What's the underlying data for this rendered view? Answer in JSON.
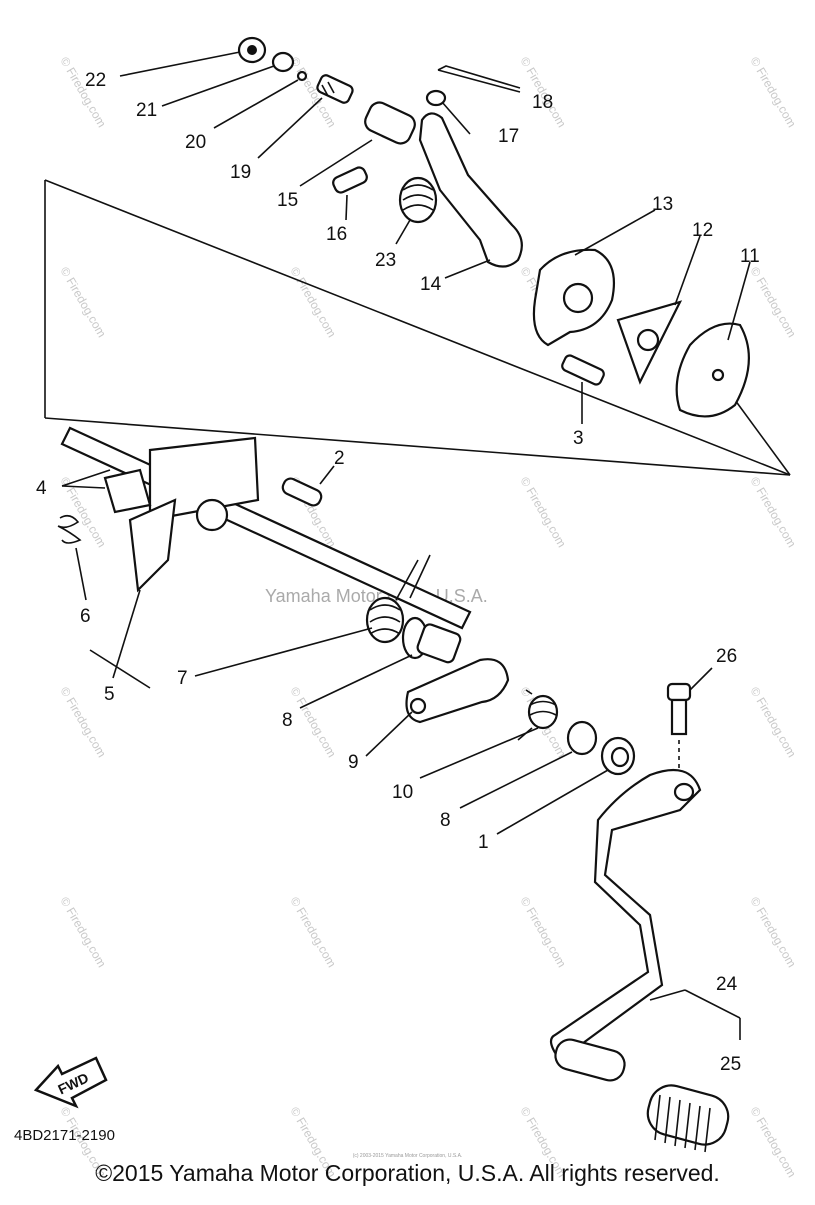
{
  "callouts": [
    "22",
    "21",
    "20",
    "19",
    "15",
    "16",
    "23",
    "14",
    "18",
    "17",
    "13",
    "12",
    "11",
    "3",
    "4",
    "2",
    "6",
    "5",
    "7",
    "8",
    "9",
    "10",
    "8",
    "1",
    "26",
    "24",
    "25"
  ],
  "watermark": "© Firedog.com",
  "center_watermark": "Yamaha Motor Corp, U.S.A.",
  "tiny_notice": "(c) 2003-2015 Yamaha Motor Corporation, U.S.A.",
  "fwd_label": "FWD",
  "diagram_code": "4BD2171-2190",
  "copyright": "©2015 Yamaha Motor Corporation, U.S.A. All rights reserved."
}
